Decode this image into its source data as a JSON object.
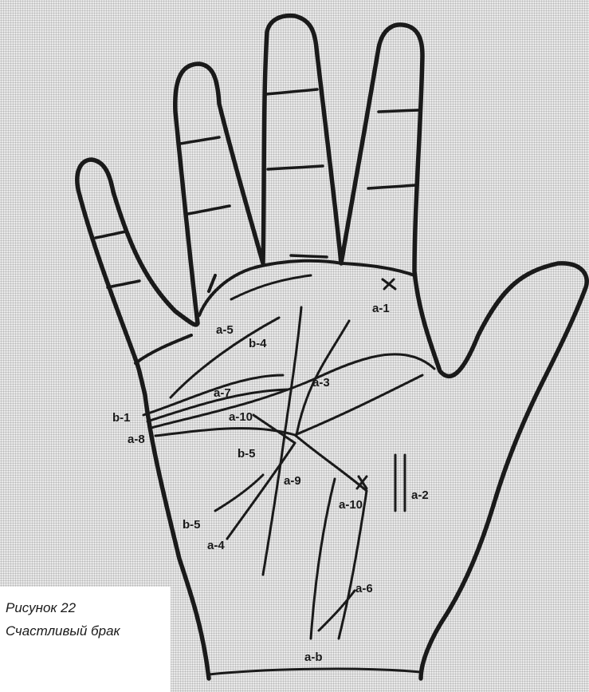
{
  "caption": {
    "line1": "Рисунок 22",
    "line2": "Счастливый брак"
  },
  "labels": {
    "a1": "a-1",
    "a2": "a-2",
    "a3": "a-3",
    "a4": "a-4",
    "a5": "a-5",
    "a6": "a-6",
    "a7": "a-7",
    "a8": "a-8",
    "a9": "a-9",
    "a10_mid": "a-10",
    "a10_right": "a-10",
    "b1": "b-1",
    "b4": "b-4",
    "b5": "b-5",
    "b5_mid": "b-5",
    "ab": "a-b"
  },
  "colors": {
    "ink": "#1a1a1a",
    "paper": "#e9e9e9",
    "caption_bg": "#ffffff"
  }
}
